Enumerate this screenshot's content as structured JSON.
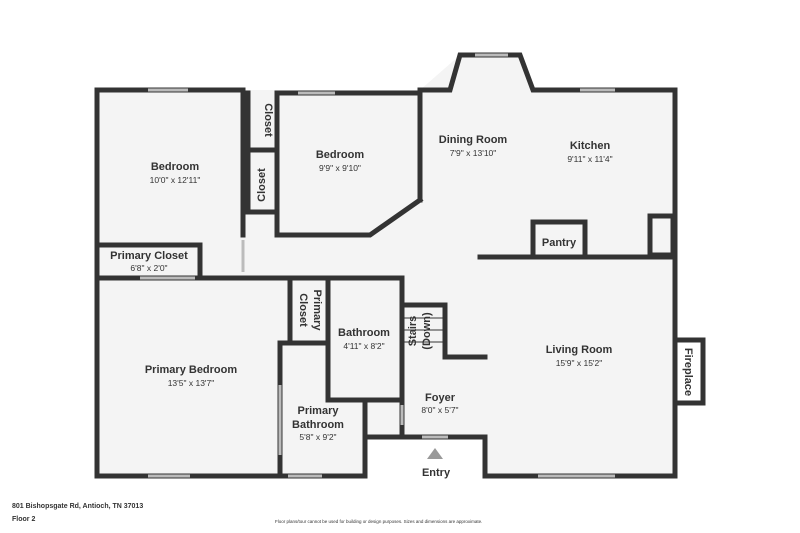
{
  "rooms": {
    "bedroom1": {
      "name": "Bedroom",
      "dims": "10'0\" x 12'11\""
    },
    "bedroom2": {
      "name": "Bedroom",
      "dims": "9'9\" x 9'10\""
    },
    "closet1": {
      "name": "Closet"
    },
    "closet2": {
      "name": "Closet"
    },
    "dining": {
      "name": "Dining Room",
      "dims": "7'9\" x 13'10\""
    },
    "kitchen": {
      "name": "Kitchen",
      "dims": "9'11\" x 11'4\""
    },
    "pantry": {
      "name": "Pantry"
    },
    "primary_closet1": {
      "name": "Primary Closet",
      "dims": "6'8\" x 2'0\""
    },
    "primary_closet2": {
      "line1": "Primary",
      "line2": "Closet"
    },
    "bathroom": {
      "name": "Bathroom",
      "dims": "4'11\" x 8'2\""
    },
    "stairs": {
      "line1": "Stairs",
      "line2": "(Down)"
    },
    "living": {
      "name": "Living Room",
      "dims": "15'9\" x 15'2\""
    },
    "fireplace": {
      "name": "Fireplace"
    },
    "primary_bedroom": {
      "name": "Primary Bedroom",
      "dims": "13'5\" x 13'7\""
    },
    "primary_bathroom": {
      "line1": "Primary",
      "line2": "Bathroom",
      "dims": "5'8\" x 9'2\""
    },
    "foyer": {
      "name": "Foyer",
      "dims": "8'0\" x 5'7\""
    },
    "entry": {
      "name": "Entry"
    }
  },
  "footer": {
    "address": "801 Bishopsgate Rd, Antioch, TN 37013",
    "floor": "Floor 2",
    "disclaimer": "Floor plans/tour cannot be used for building or design purposes. Sizes and dimensions are approximate."
  }
}
